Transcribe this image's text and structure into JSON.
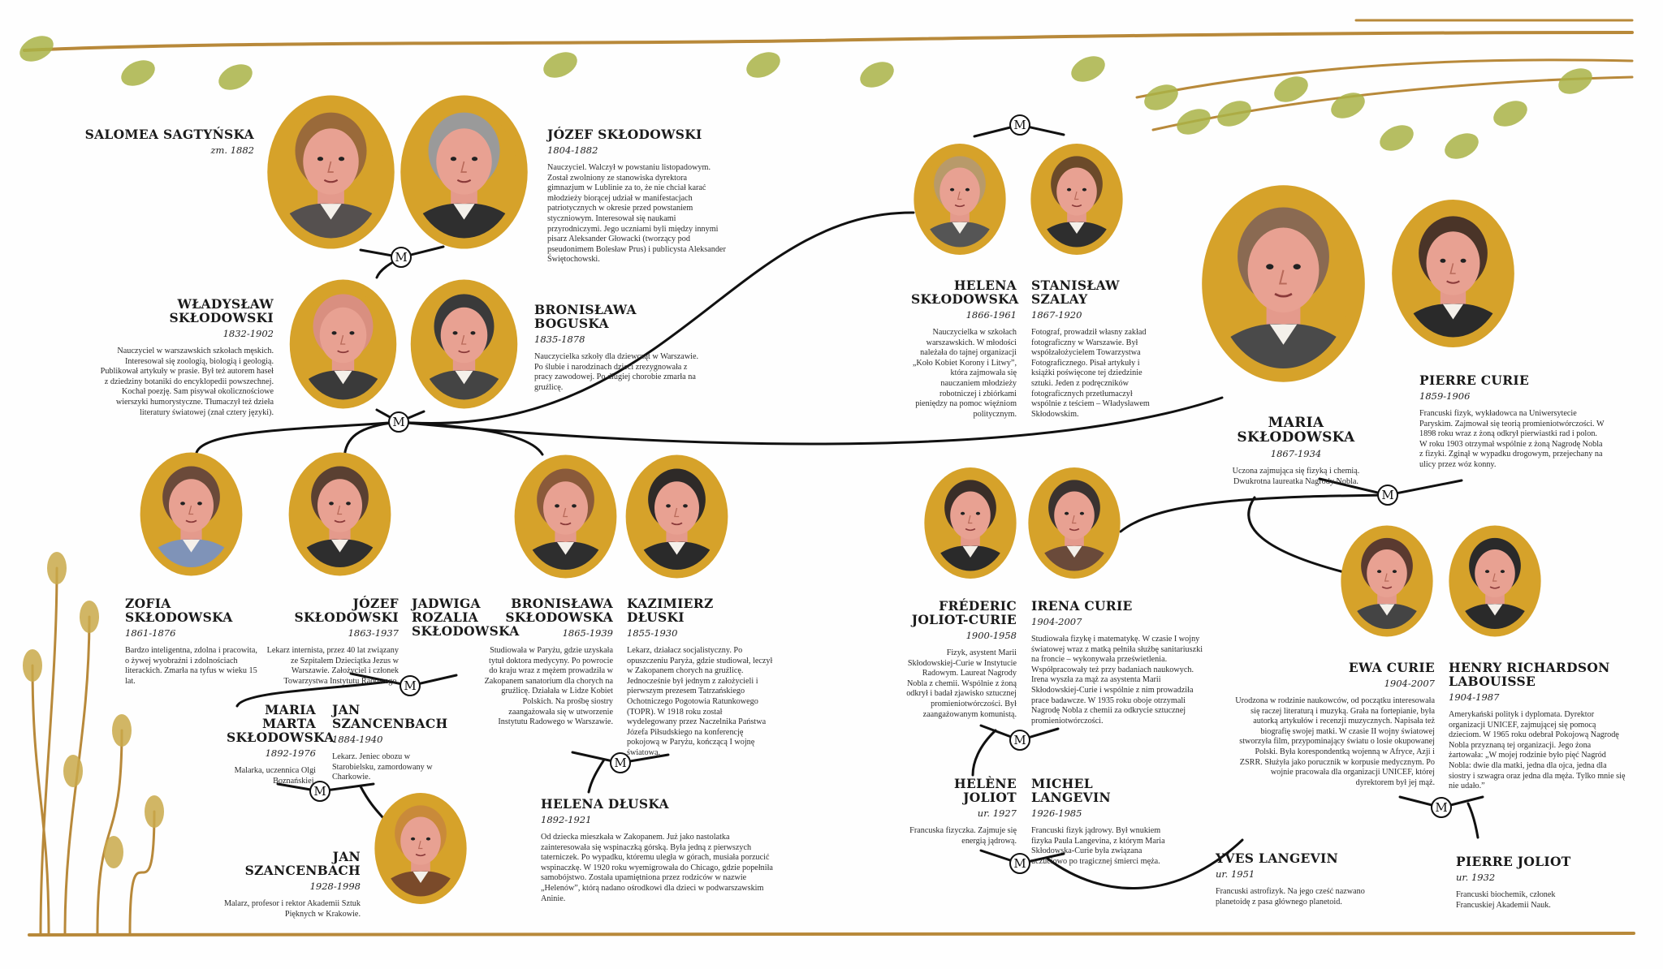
{
  "marriage_label": "M",
  "colors": {
    "frame": "#d6a22a",
    "branch": "#b8893a",
    "leaf": "#a9b347",
    "line": "#111111"
  },
  "people": {
    "salomea": {
      "name": "SALOMEA SAGTYŃSKA",
      "years": "zm. 1882",
      "hair": "#9a6a3a",
      "cloth": "#55504f"
    },
    "jozef_sr": {
      "name": "JÓZEF SKŁODOWSKI",
      "years": "1804-1882",
      "bio": "Nauczyciel. Walczył w powstaniu listopadowym. Został zwolniony ze stanowiska dyrektora gimnazjum w Lublinie za to, że nie chciał karać młodzieży biorącej udział w manifestacjach patriotycznych w okresie przed powstaniem styczniowym. Interesował się naukami przyrodniczymi. Jego uczniami byli między innymi pisarz Aleksander Głowacki (tworzący pod pseudonimem Bolesław Prus) i publicysta Aleksander Świętochowski.",
      "hair": "#9a9a9a",
      "cloth": "#2f2f2f"
    },
    "wladyslaw": {
      "name": "WŁADYSŁAW SKŁODOWSKI",
      "years": "1832-1902",
      "bio": "Nauczyciel w warszawskich szkołach męskich. Interesował się zoologią, biologią i geologią. Publikował artykuły w prasie. Był też autorem haseł z dziedziny botaniki do encyklopedii powszechnej. Kochał poezję. Sam pisywał okolicznościowe wierszyki humorystyczne. Tłumaczył też dzieła literatury światowej (znał cztery języki).",
      "hair": "#d98f80",
      "cloth": "#3a3a3a"
    },
    "boguska": {
      "name": "BRONISŁAWA BOGUSKA",
      "years": "1835-1878",
      "bio": "Nauczycielka szkoły dla dziewcząt w Warszawie. Po ślubie i narodzinach dzieci zrezygnowała z pracy zawodowej. Po długiej chorobie zmarła na gruźlicę.",
      "hair": "#3a3a3a",
      "cloth": "#444"
    },
    "zofia": {
      "name": "ZOFIA SKŁODOWSKA",
      "years": "1861-1876",
      "bio": "Bardzo inteligentna, zdolna i pracowita, o żywej wyobraźni i zdolnościach literackich. Zmarła na tyfus w wieku 15 lat.",
      "hair": "#6b4a3a",
      "cloth": "#7f93b8"
    },
    "jozef_jr": {
      "name": "JÓZEF SKŁODOWSKI",
      "years": "1863-1937",
      "bio": "Lekarz internista, przez 40 lat związany ze Szpitalem Dzieciątka Jezus w Warszawie. Założyciel i członek Towarzystwa Instytutu Radowego.",
      "hair": "#5a4032",
      "cloth": "#2e2e2e"
    },
    "jadwiga": {
      "name": "JADWIGA ROZALIA SKŁODOWSKA"
    },
    "maria_marta": {
      "name": "MARIA MARTA SKŁODOWSKA",
      "years": "1892-1976",
      "bio": "Malarka, uczennica Olgi Boznańskiej."
    },
    "jan_1884": {
      "name": "JAN SZANCENBACH",
      "years": "1884-1940",
      "bio": "Lekarz. Jeniec obozu w Starobielsku, zamordowany w Charkowie."
    },
    "jan_1928": {
      "name": "JAN SZANCENBACH",
      "years": "1928-1998",
      "bio": "Malarz, profesor i rektor Akademii Sztuk Pięknych w Krakowie.",
      "hair": "#c98a3a",
      "cloth": "#7a4a2a"
    },
    "bronislawa": {
      "name": "BRONISŁAWA SKŁODOWSKA",
      "years": "1865-1939",
      "bio": "Studiowała w Paryżu, gdzie uzyskała tytuł doktora medycyny. Po powrocie do kraju wraz z mężem prowadziła w Zakopanem sanatorium dla chorych na gruźlicę. Działała w Lidze Kobiet Polskich. Na prośbę siostry zaangażowała się w utworzenie Instytutu Radowego w Warszawie.",
      "hair": "#8a5a3a",
      "cloth": "#2e2e2e"
    },
    "kazimierz": {
      "name": "KAZIMIERZ DŁUSKI",
      "years": "1855-1930",
      "bio": "Lekarz, działacz socjalistyczny. Po opuszczeniu Paryża, gdzie studiował, leczył w Zakopanem chorych na gruźlicę. Jednocześnie był jednym z założycieli i pierwszym prezesem Tatrzańskiego Ochotniczego Pogotowia Ratunkowego (TOPR). W 1918 roku został wydelegowany przez Naczelnika Państwa Józefa Piłsudskiego na konferencję pokojową w Paryżu, kończącą I wojnę światową.",
      "hair": "#2e2a28",
      "cloth": "#2a2a2a"
    },
    "helena_dluska": {
      "name": "HELENA DŁUSKA",
      "years": "1892-1921",
      "bio": "Od dziecka mieszkała w Zakopanem. Już jako nastolatka zainteresowała się wspinaczką górską. Była jedną z pierwszych taterniczek. Po wypadku, któremu uległa w górach, musiała porzucić wspinaczkę. W 1920 roku wyemigrowała do Chicago, gdzie popełniła samobójstwo. Została upamiętniona przez rodziców w nazwie „Helenów”, którą nadano ośrodkowi dla dzieci w podwarszawskim Aninie."
    },
    "helena_s": {
      "name": "HELENA SKŁODOWSKA",
      "years": "1866-1961",
      "bio": "Nauczycielka w szkołach warszawskich. W młodości należała do tajnej organizacji „Koło Kobiet Korony i Litwy”, która zajmowała się nauczaniem młodzieży robotniczej i zbiórkami pieniędzy na pomoc więźniom politycznym.",
      "hair": "#b89a6a",
      "cloth": "#555"
    },
    "szalay": {
      "name": "STANISŁAW SZALAY",
      "years": "1867-1920",
      "bio": "Fotograf, prowadził własny zakład fotograficzny w Warszawie. Był współzałożycielem Towarzystwa Fotograficznego. Pisał artykuły i książki poświęcone tej dziedzinie sztuki. Jeden z podręczników fotograficznych przetłumaczył wspólnie z teściem – Władysławem Skłodowskim.",
      "hair": "#6b4a2a",
      "cloth": "#2e2e2e"
    },
    "maria": {
      "name": "MARIA SKŁODOWSKA",
      "years": "1867-1934",
      "bio": "Uczona zajmująca się fizyką i chemią. Dwukrotna laureatka Nagrody Nobla.",
      "hair": "#8a6a52",
      "cloth": "#4a4a4a"
    },
    "pierre": {
      "name": "PIERRE CURIE",
      "years": "1859-1906",
      "bio": "Francuski fizyk, wykładowca na Uniwersytecie Paryskim. Zajmował się teorią promieniotwórczości. W 1898 roku wraz z żoną odkrył pierwiastki rad i polon. W roku 1903 otrzymał wspólnie z żoną Nagrodę Nobla z fizyki. Zginął w wypadku drogowym, przejechany na ulicy przez wóz konny.",
      "hair": "#4a3428",
      "cloth": "#2a2a2a"
    },
    "frederic": {
      "name": "FRÉDERIC JOLIOT-CURIE",
      "years": "1900-1958",
      "bio": "Fizyk, asystent Marii Skłodowskiej-Curie w Instytucie Radowym. Laureat Nagrody Nobla z chemii. Wspólnie z żoną odkrył i badał zjawisko sztucznej promieniotwórczości. Był zaangażowanym komunistą.",
      "hair": "#3a2e28",
      "cloth": "#2a2a2a"
    },
    "irena": {
      "name": "IRENA CURIE",
      "years": "1904-2007",
      "bio": "Studiowała fizykę i matematykę. W czasie I wojny światowej wraz z matką pełniła służbę sanitariuszki na froncie – wykonywała prześwietlenia. Współpracowały też przy badaniach naukowych. Irena wyszła za mąż za asystenta Marii Skłodowskiej-Curie i wspólnie z nim prowadziła prace badawcze. W 1935 roku oboje otrzymali Nagrodę Nobla z chemii za odkrycie sztucznej promieniotwórczości.",
      "hair": "#3a3230",
      "cloth": "#6a4a3a"
    },
    "helene": {
      "name": "HELÈNE JOLIOT",
      "years": "ur. 1927",
      "bio": "Francuska fizyczka. Zajmuje się energią jądrową."
    },
    "michel": {
      "name": "MICHEL LANGEVIN",
      "years": "1926-1985",
      "bio": "Francuski fizyk jądrowy. Był wnukiem fizyka Paula Langevina, z którym Maria Skłodowska-Curie była związana uczuciowo po tragicznej śmierci męża."
    },
    "yves": {
      "name": "YVES LANGEVIN",
      "years": "ur. 1951",
      "bio": "Francuski astrofizyk. Na jego cześć nazwano planetoidę z pasa głównego planetoid."
    },
    "ewa": {
      "name": "EWA CURIE",
      "years": "1904-2007",
      "bio": "Urodzona w rodzinie naukowców, od początku interesowała się raczej literaturą i muzyką. Grała na fortepianie, była autorką artykułów i recenzji muzycznych. Napisała też biografię swojej matki. W czasie II wojny światowej stworzyła film, przypominający światu o losie okupowanej Polski. Była korespondentką wojenną w Afryce, Azji i ZSRR. Służyła jako porucznik w korpusie medycznym. Po wojnie pracowała dla organizacji UNICEF, której dyrektorem był jej mąż.",
      "hair": "#5a3a30",
      "cloth": "#444"
    },
    "henry": {
      "name": "HENRY RICHARDSON LABOUISSE",
      "years": "1904-1987",
      "bio": "Amerykański polityk i dyplomata. Dyrektor organizacji UNICEF, zajmującej się pomocą dzieciom. W 1965 roku odebrał Pokojową Nagrodę Nobla przyznaną tej organizacji. Jego żona żartowała: „W mojej rodzinie było pięć Nagród Nobla: dwie dla matki, jedna dla ojca, jedna dla siostry i szwagra oraz jedna dla męża. Tylko mnie się nie udało.”",
      "hair": "#2a2a2a",
      "cloth": "#2a2a2a"
    },
    "pierre_joliot": {
      "name": "PIERRE JOLIOT",
      "years": "ur. 1932",
      "bio": "Francuski biochemik, członek Francuskiej Akademii Nauk."
    }
  }
}
